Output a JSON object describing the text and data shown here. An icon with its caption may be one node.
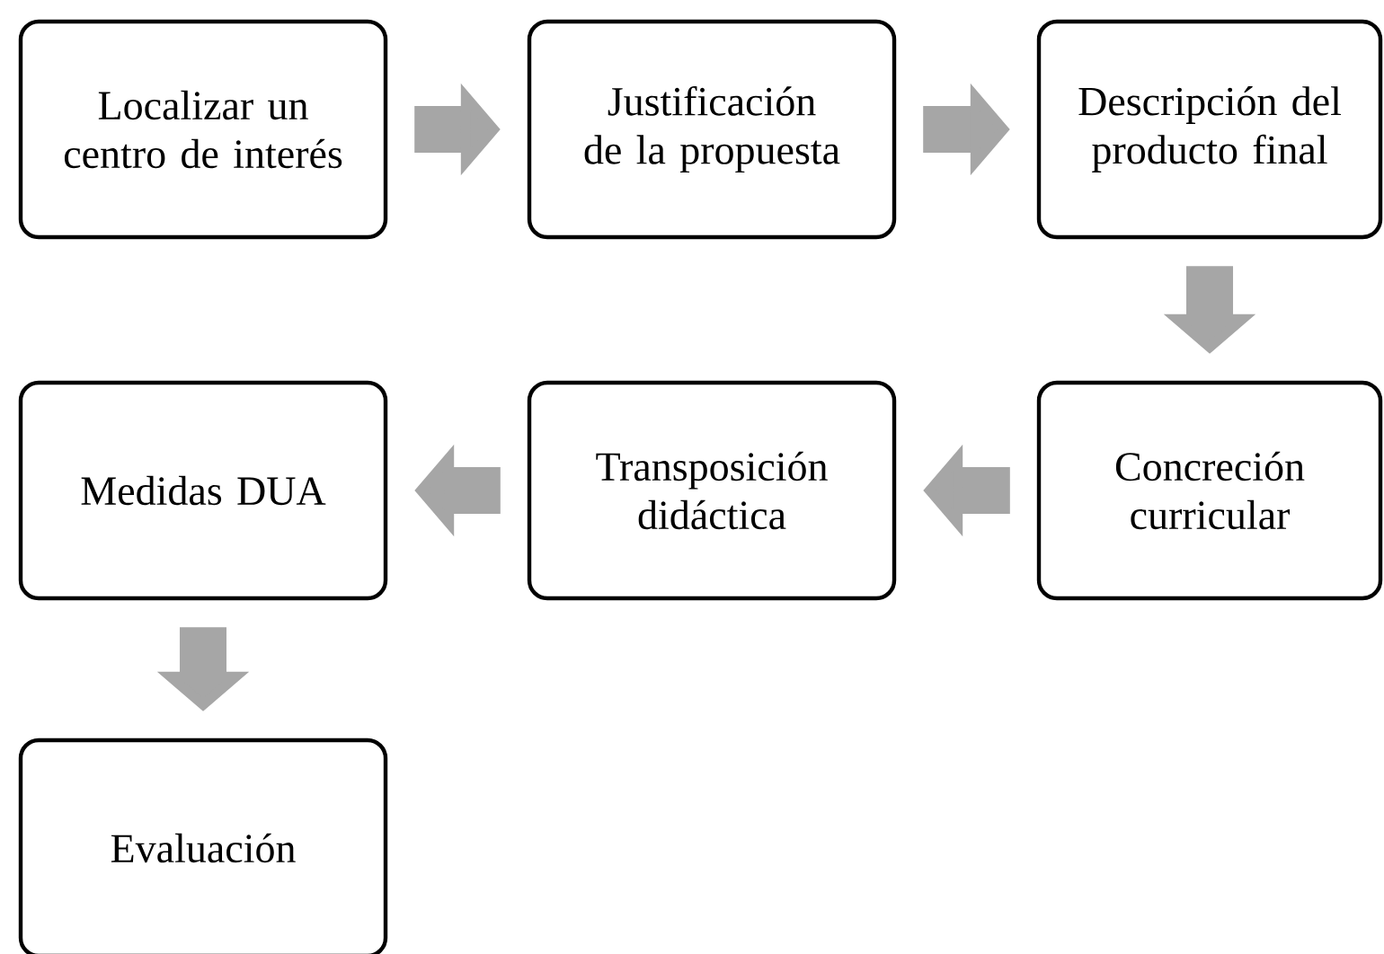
{
  "diagram": {
    "nodes": [
      {
        "text": [
          "Localizar un centro de interés"
        ]
      },
      {
        "text": [
          "Justificación de la propuesta"
        ]
      },
      {
        "text": [
          "Descripción del producto final"
        ]
      },
      {
        "text": [
          "Concreción curricular"
        ]
      },
      {
        "text": [
          "Transposición didáctica"
        ]
      },
      {
        "text": [
          "Medidas DUA"
        ]
      },
      {
        "text": [
          "Evaluación"
        ]
      }
    ],
    "edges": [
      {
        "from": 0,
        "to": 1,
        "arrow": "to"
      },
      {
        "from": 1,
        "to": 2,
        "arrow": "to"
      },
      {
        "from": 2,
        "to": 3,
        "arrow": "to"
      },
      {
        "from": 3,
        "to": 4,
        "arrow": "to"
      },
      {
        "from": 4,
        "to": 5,
        "arrow": "to"
      },
      {
        "from": 5,
        "to": 6,
        "arrow": "to"
      }
    ]
  }
}
